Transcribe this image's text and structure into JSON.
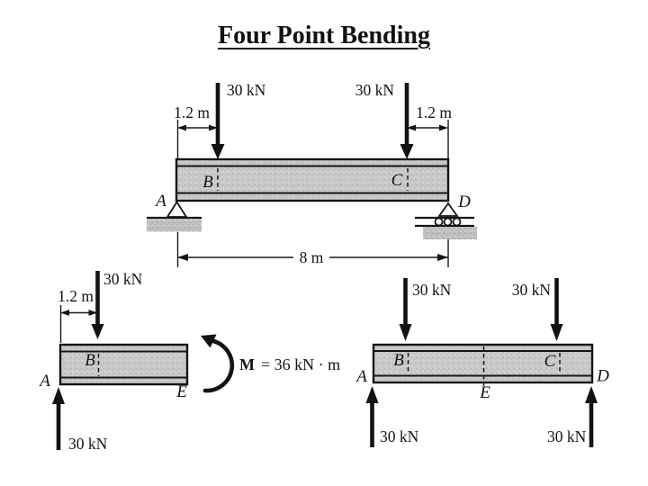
{
  "title": "Four Point Bending",
  "colors": {
    "ink": "#141414",
    "beam_fill": "#cbcac8",
    "background": "#ffffff"
  },
  "top_diagram": {
    "force_left": "30 kN",
    "force_right": "30 kN",
    "dim_left": "1.2 m",
    "dim_right": "1.2 m",
    "span": "8 m",
    "label_a": "A",
    "label_b": "B",
    "label_c": "C",
    "label_d": "D"
  },
  "bottom_left_diagram": {
    "force": "30 kN",
    "dim": "1.2 m",
    "reaction": "30 kN",
    "label_a": "A",
    "label_b": "B",
    "label_e": "E",
    "moment_symbol": "M",
    "moment_value": "= 36 kN · m"
  },
  "bottom_right_diagram": {
    "force_left": "30 kN",
    "force_right": "30 kN",
    "reaction_left": "30 kN",
    "reaction_right": "30 kN",
    "label_a": "A",
    "label_b": "B",
    "label_c": "C",
    "label_d": "D",
    "label_e": "E"
  }
}
